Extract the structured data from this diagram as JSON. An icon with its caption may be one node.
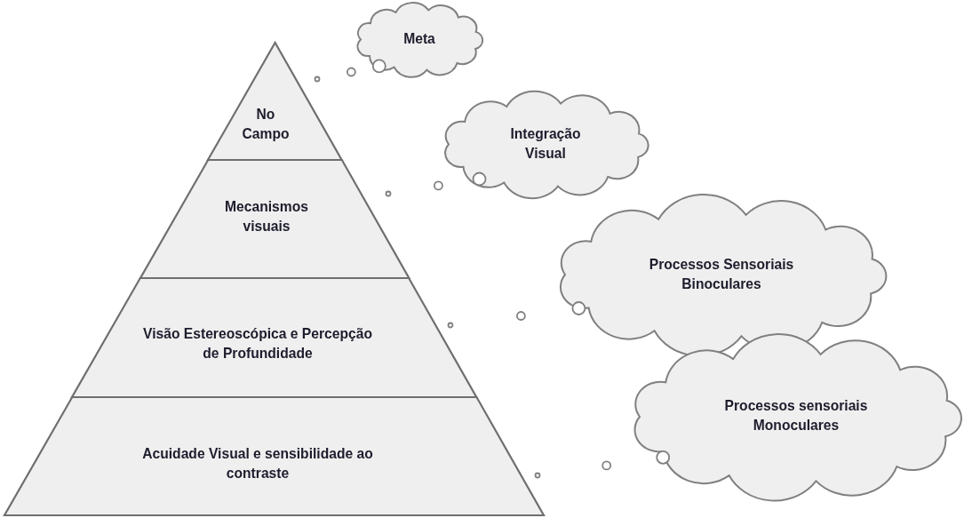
{
  "diagram": {
    "nodes": [
      {
        "text": [
          "No Campo"
        ]
      },
      {
        "text": [
          "Mecanismos visuais"
        ]
      },
      {
        "text": [
          "Visão Estereoscópica e Percepção de Profundidade"
        ]
      },
      {
        "text": [
          "Acuidade Visual e sensibilidade ao contraste"
        ]
      },
      {
        "text": [
          "Meta"
        ]
      },
      {
        "text": [
          "Integração Visual"
        ]
      },
      {
        "text": [
          "Processos Sensoriais Binoculares"
        ]
      },
      {
        "text": [
          "Processos sensoriais Monoculares"
        ]
      }
    ]
  }
}
